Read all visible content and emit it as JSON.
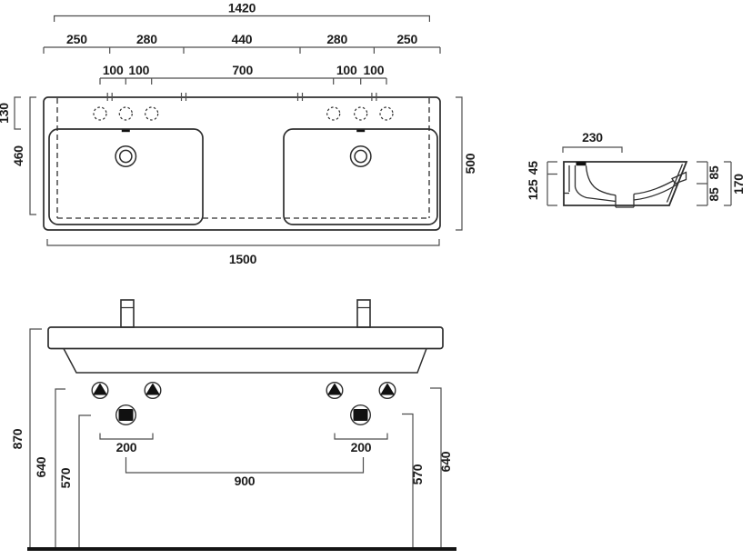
{
  "drawing_title": "double-washbasin-technical-drawing",
  "plan": {
    "dim_overall_top": "1420",
    "dims_segments": [
      "250",
      "280",
      "440",
      "280",
      "250"
    ],
    "dims_tapholes": [
      "100",
      "100",
      "700",
      "100",
      "100"
    ],
    "dim_edge_to_basin": "130",
    "dim_basin_depth": "460",
    "dim_depth_total": "500",
    "dim_width_total": "1500"
  },
  "section": {
    "dim_width": "230",
    "dim_rim": "45",
    "dim_body": "125",
    "dim_upper": "85",
    "dim_lower": "85",
    "dim_height": "170"
  },
  "front": {
    "dim_floor_to_rim": "870",
    "dim_left_bracket": "640",
    "dim_left_drain": "570",
    "dim_tap_span_left": "200",
    "dim_tap_span_right": "200",
    "dim_drain_span": "900",
    "dim_right_drain": "570",
    "dim_right_bracket": "640"
  },
  "colors": {
    "line": "#2e2e2e",
    "dim_line": "#4d4d4d",
    "text": "#1c1c1c",
    "fill_solid": "#111111",
    "background": "#ffffff"
  }
}
